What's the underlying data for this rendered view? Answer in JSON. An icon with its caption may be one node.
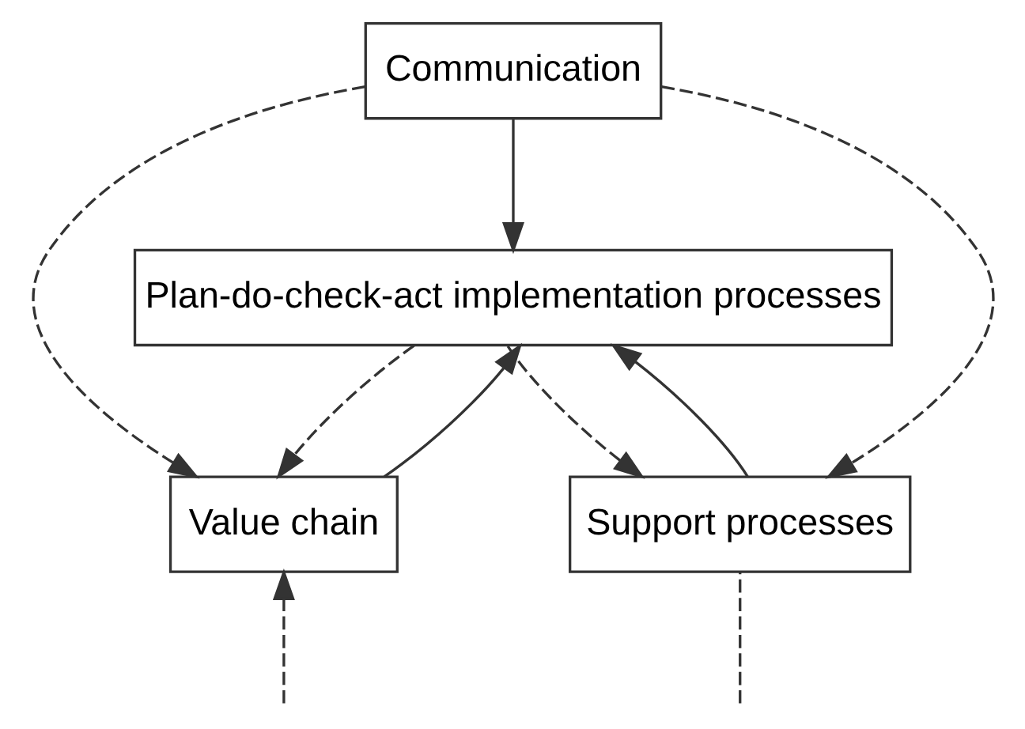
{
  "diagram": {
    "nodes": [
      {
        "text": [
          "Plan-do-check-act implementation processes"
        ]
      },
      {
        "text": [
          "Communication"
        ]
      },
      {
        "text": [
          "Value chain"
        ]
      },
      {
        "text": [
          "Support processes"
        ]
      }
    ],
    "edges": [
      {
        "from": 0,
        "to": 2,
        "arrow": "to",
        "style": "dashed"
      },
      {
        "from": 2,
        "to": 0,
        "arrow": "to"
      },
      {
        "from": 1,
        "to": 0,
        "arrow": "to"
      },
      {
        "from": 1,
        "to": 2,
        "arrow": "to",
        "style": "dashed"
      },
      {
        "from": 1,
        "to": 3,
        "arrow": "to",
        "style": "dashed"
      },
      {
        "from": 3,
        "to": 0,
        "arrow": "to"
      },
      {
        "from": 0,
        "to": 3,
        "arrow": "to",
        "style": "dashed"
      },
      {
        "from": null,
        "to": 2,
        "arrow": "to",
        "style": "dashed"
      },
      {
        "from": null,
        "to": 3,
        "arrow": "none",
        "style": "dashed"
      }
    ]
  }
}
